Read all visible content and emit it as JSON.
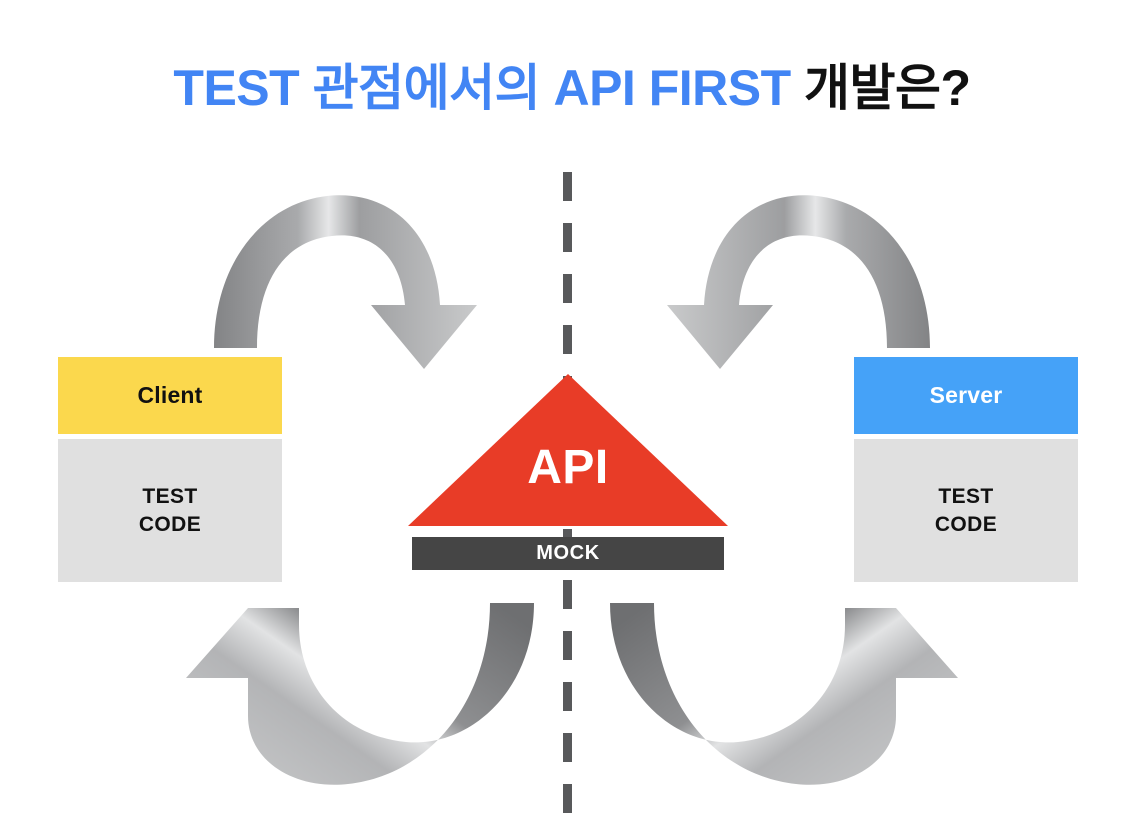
{
  "title": {
    "highlight": "TEST 관점에서의 API FIRST",
    "rest": " 개발은?",
    "full": "TEST 관점에서의 API FIRST 개발은?"
  },
  "colors": {
    "title_blue": "#4285f4",
    "title_dark": "#111111",
    "client_yellow": "#fbd84d",
    "server_blue": "#45a2f8",
    "code_gray": "#e0e0e0",
    "api_red": "#e83c27",
    "mock_dark": "#454545",
    "divider_gray": "#58595b",
    "arrow_gray_dark": "#6f7072",
    "arrow_gray_light": "#d3d4d5",
    "background": "#ffffff"
  },
  "diagram": {
    "client": {
      "head_label": "Client",
      "code_line1": "TEST",
      "code_line2": "CODE"
    },
    "server": {
      "head_label": "Server",
      "code_line1": "TEST",
      "code_line2": "CODE"
    },
    "center": {
      "api_label": "API",
      "mock_label": "MOCK"
    },
    "divider": {
      "style": "dashed-vertical"
    },
    "arrows": [
      {
        "name": "client-to-api-top",
        "from": "Client",
        "to": "API",
        "direction": "clockwise-over",
        "head": "down-right"
      },
      {
        "name": "api-to-client-bottom",
        "from": "API",
        "to": "Client",
        "direction": "counter-under",
        "head": "up-left"
      },
      {
        "name": "server-to-api-top",
        "from": "Server",
        "to": "API",
        "direction": "counter-over",
        "head": "down-left"
      },
      {
        "name": "api-to-server-bottom",
        "from": "API",
        "to": "Server",
        "direction": "clockwise-under",
        "head": "up-right"
      }
    ]
  }
}
